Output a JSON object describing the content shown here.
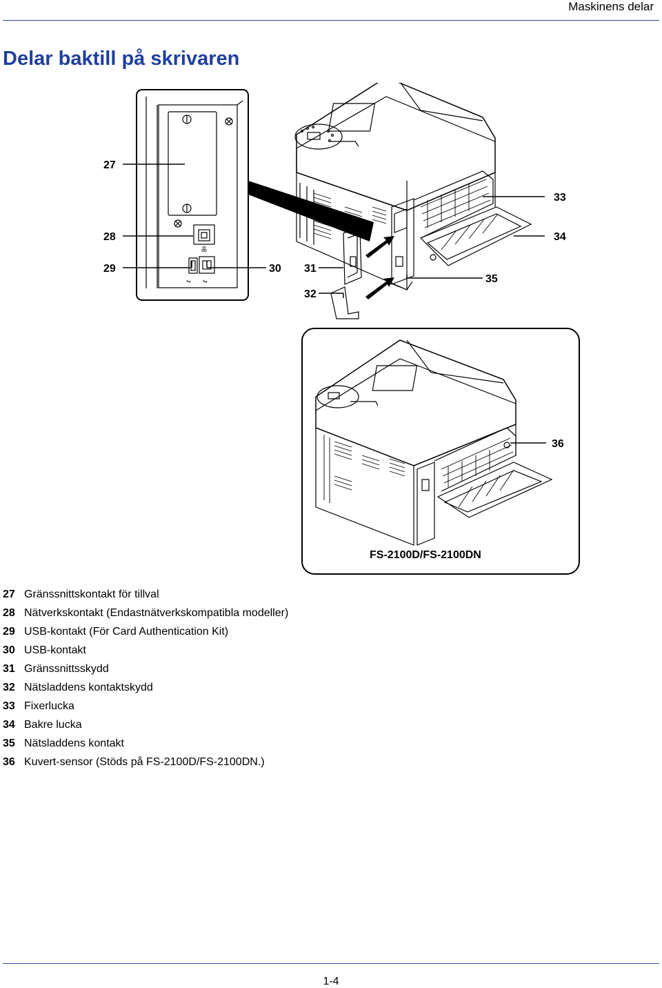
{
  "header": {
    "section": "Maskinens delar"
  },
  "title": "Delar baktill på skrivaren",
  "figure": {
    "callouts": [
      "27",
      "28",
      "29",
      "30",
      "31",
      "32",
      "33",
      "34",
      "35",
      "36"
    ],
    "model_caption": "FS-2100D/FS-2100DN"
  },
  "legend": [
    {
      "num": "27",
      "text": "Gränssnittskontakt för tillval"
    },
    {
      "num": "28",
      "text": "Nätverkskontakt (Endastnätverkskompatibla modeller)"
    },
    {
      "num": "29",
      "text": "USB-kontakt (För Card Authentication Kit)"
    },
    {
      "num": "30",
      "text": "USB-kontakt"
    },
    {
      "num": "31",
      "text": "Gränssnittsskydd"
    },
    {
      "num": "32",
      "text": "Nätsladdens kontaktskydd"
    },
    {
      "num": "33",
      "text": "Fixerlucka"
    },
    {
      "num": "34",
      "text": "Bakre lucka"
    },
    {
      "num": "35",
      "text": "Nätsladdens kontakt"
    },
    {
      "num": "36",
      "text": "Kuvert-sensor (Stöds på FS-2100D/FS-2100DN.)"
    }
  ],
  "footer": {
    "page_number": "1-4"
  }
}
